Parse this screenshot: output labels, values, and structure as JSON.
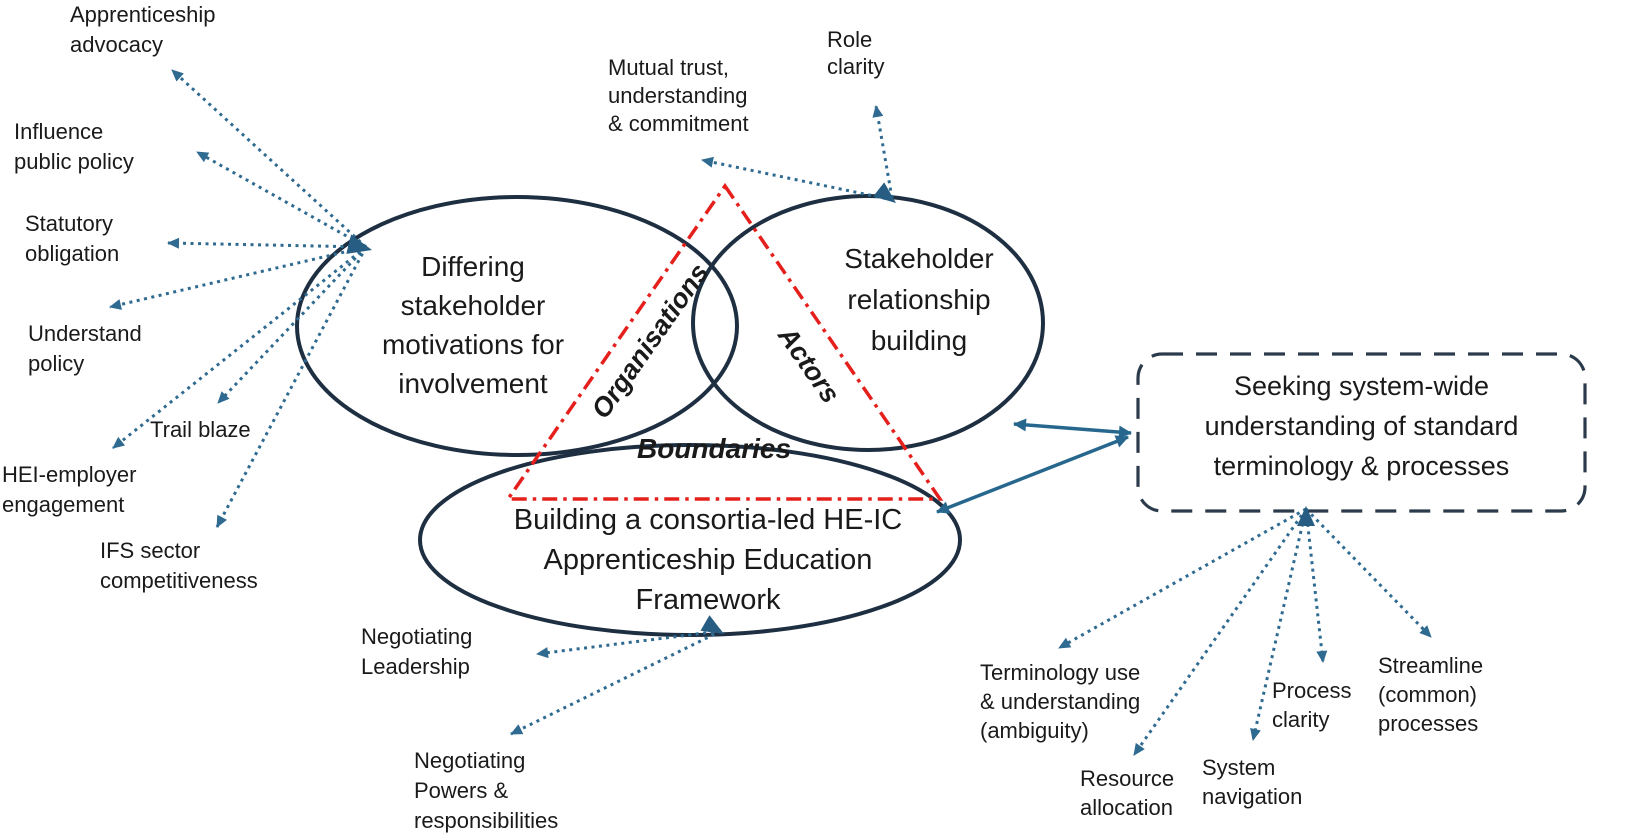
{
  "title": "Consortia-led HE-IC apprenticeship framework concept diagram",
  "colors": {
    "ellipse_stroke": "#1e2f42",
    "dotted_arrow": "#2f6a90",
    "solid_arrow": "#27678e",
    "convergence_arrow": "#275d82",
    "triangle_line": "#e5201c",
    "box_border": "#2c3b4c",
    "text": "#1a1a1a"
  },
  "venn": {
    "left_ellipse": "Differing\nstakeholder\nmotivations for\ninvolvement",
    "right_ellipse": "Stakeholder\nrelationship\nbuilding",
    "bottom_ellipse": "Building a consortia-led HE-IC\nApprenticeship Education\nFramework"
  },
  "triangle": {
    "left_side": "Organisations",
    "right_side": "Actors",
    "bottom_side": "Boundaries"
  },
  "side_box": "Seeking system-wide\nunderstanding of standard\nterminology & processes",
  "left_factors": [
    "Apprenticeship\nadvocacy",
    "Influence\npublic policy",
    "Statutory\nobligation",
    "Understand\npolicy",
    "Trail blaze",
    "HEI-employer\nengagement",
    "IFS sector\ncompetitiveness"
  ],
  "top_factors": [
    "Mutual trust,\nunderstanding\n& commitment",
    "Role\nclarity"
  ],
  "bottom_factors": [
    "Negotiating\nLeadership",
    "Negotiating\nPowers &\nresponsibilities"
  ],
  "box_factors": [
    "Terminology use\n& understanding\n(ambiguity)",
    "Resource\nallocation",
    "System\nnavigation",
    "Process\nclarity",
    "Streamline\n(common)\nprocesses"
  ]
}
